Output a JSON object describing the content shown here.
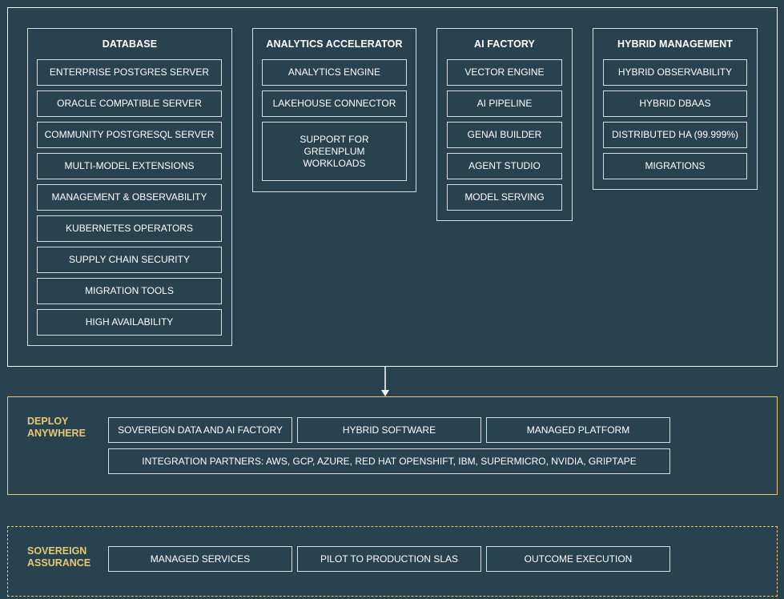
{
  "colors": {
    "background": "#284250",
    "border": "#ffffff",
    "accent": "#e8c872"
  },
  "database": {
    "title": "DATABASE",
    "items": [
      "ENTERPRISE POSTGRES SERVER",
      "ORACLE COMPATIBLE SERVER",
      "COMMUNITY POSTGRESQL SERVER",
      "MULTI-MODEL EXTENSIONS",
      "MANAGEMENT & OBSERVABILITY",
      "KUBERNETES OPERATORS",
      "SUPPLY CHAIN SECURITY",
      "MIGRATION TOOLS",
      "HIGH AVAILABILITY"
    ]
  },
  "analytics": {
    "title": "ANALYTICS ACCELERATOR",
    "items": [
      "ANALYTICS ENGINE",
      "LAKEHOUSE CONNECTOR",
      "SUPPORT FOR GREENPLUM WORKLOADS"
    ]
  },
  "ai_factory": {
    "title": "AI FACTORY",
    "items": [
      "VECTOR ENGINE",
      "AI PIPELINE",
      "GENAI BUILDER",
      "AGENT STUDIO",
      "MODEL SERVING"
    ]
  },
  "hybrid": {
    "title": "HYBRID MANAGEMENT",
    "items": [
      "HYBRID OBSERVABILITY",
      "HYBRID DBAAS",
      "DISTRIBUTED HA (99.999%)",
      "MIGRATIONS"
    ]
  },
  "deploy": {
    "label": "DEPLOY\nANYWHERE",
    "items": [
      "SOVEREIGN DATA AND AI FACTORY",
      "HYBRID SOFTWARE",
      "MANAGED PLATFORM"
    ],
    "partners": "INTEGRATION PARTNERS: AWS, GCP, AZURE, RED HAT OPENSHIFT, IBM, SUPERMICRO, NVIDIA, GRIPTAPE"
  },
  "sovereign": {
    "label": "SOVEREIGN\nASSURANCE",
    "items": [
      "MANAGED SERVICES",
      "PILOT TO PRODUCTION SLAS",
      "OUTCOME EXECUTION"
    ]
  }
}
